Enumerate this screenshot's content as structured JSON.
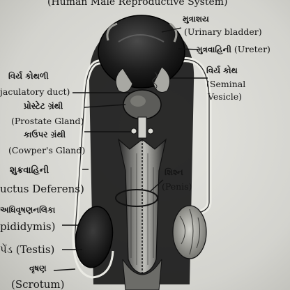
{
  "diagram": {
    "title": "(Human Male Reproductive System)",
    "labels": {
      "urinary_bladder_gu": "મુત્રાશય",
      "urinary_bladder_en": "(Urinary bladder)",
      "ureter_gu": "મુત્રવાહિની",
      "ureter_en": "(Ureter)",
      "seminal_vesicle_gu": "વિર્ય કોથ",
      "seminal_vesicle_en_1": "(Seminal",
      "seminal_vesicle_en_2": "Vesicle)",
      "ejaculatory_duct_gu": "વિર્ય કોથળી",
      "ejaculatory_duct_en": "jaculatory duct)",
      "prostate_gland_gu": "પ્રોસ્ટેટ ગ્રંથી",
      "prostate_gland_en": "(Prostate Gland)",
      "cowpers_gland_gu": "કાઉપર ગ્રંથી",
      "cowpers_gland_en": "(Cowper's Gland)",
      "vas_deferens_gu": "શુક્રવાહિની",
      "vas_deferens_en": "uctus Deferens)",
      "penis_gu": "શિશ્ન",
      "penis_en": "(Penis)",
      "epididymis_gu": "અધિવૃષણનલિકા",
      "epididymis_en": "pididymis)",
      "testis": "પેંડ (Testis)",
      "scrotum_gu": "વૃષણ",
      "scrotum_en": "(Scrotum)"
    }
  }
}
